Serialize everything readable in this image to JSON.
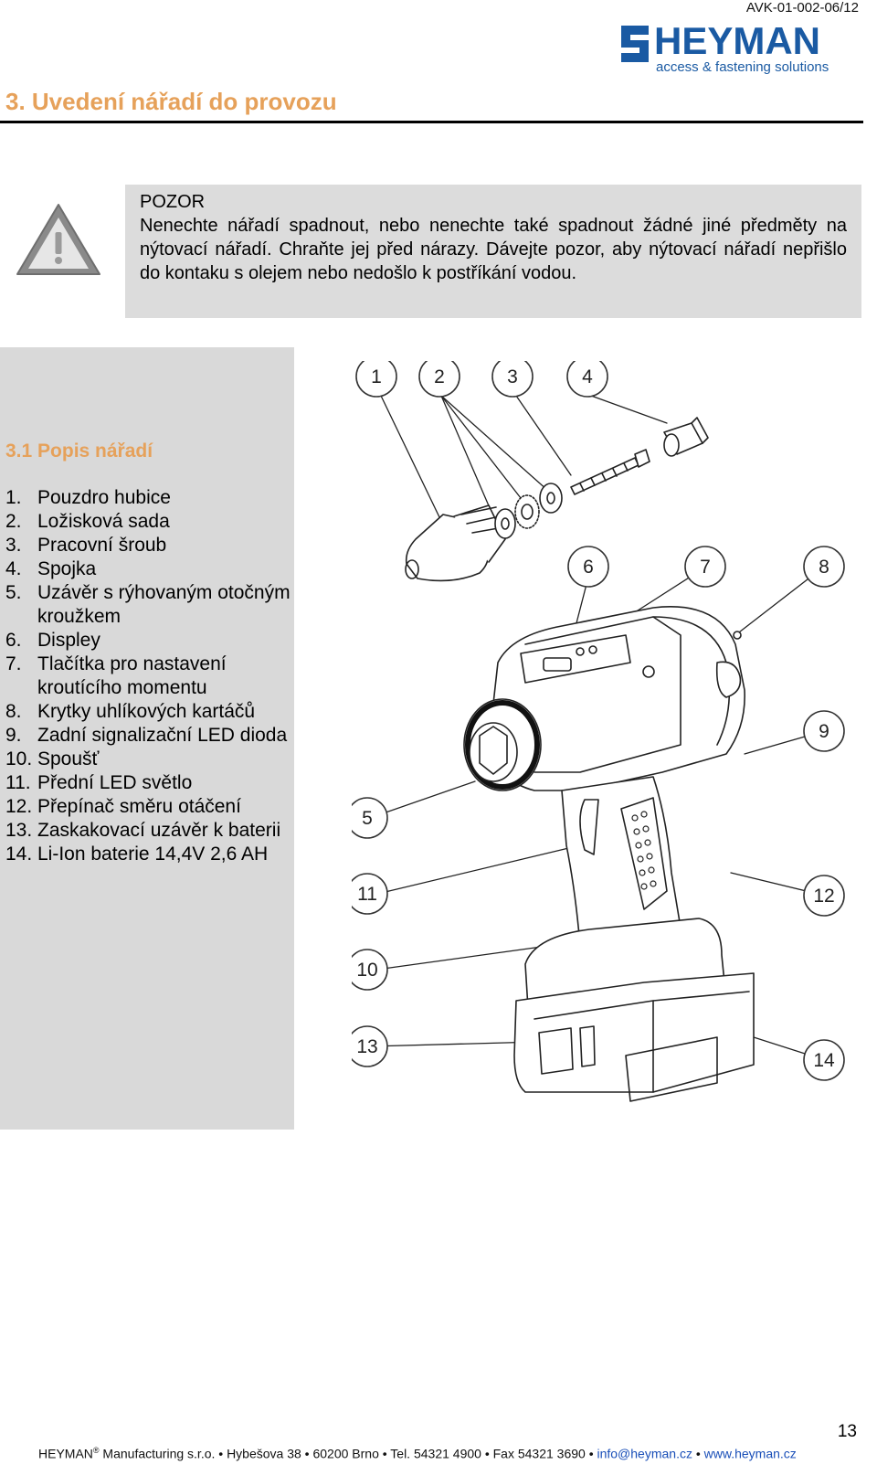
{
  "header": {
    "doc_code": "AVK-01-002-06/12",
    "logo_word": "HEYMAN",
    "logo_tagline": "access & fastening solutions",
    "brand_color": "#1a5aa3"
  },
  "section": {
    "title": "3.  Uvedení nářadí do provozu",
    "accent_color": "#e6a15a"
  },
  "warning": {
    "title": "POZOR",
    "text": "Nenechte nářadí spadnout, nebo nenechte také spadnout žádné jiné předměty na nýtovací nářadí. Chraňte jej před nárazy. Dávejte pozor, aby nýtovací nářadí nepřišlo do kontaku s olejem nebo nedošlo k postříkání vodou.",
    "icon": "warning-triangle-icon"
  },
  "description": {
    "title": "3.1 Popis nářadí",
    "items": [
      {
        "num": "1.",
        "label": "Pouzdro hubice"
      },
      {
        "num": "2.",
        "label": "Ložisková sada"
      },
      {
        "num": "3.",
        "label": "Pracovní šroub"
      },
      {
        "num": "4.",
        "label": "Spojka"
      },
      {
        "num": "5.",
        "label": "Uzávěr s rýhovaným otočným kroužkem"
      },
      {
        "num": "6.",
        "label": "Displey"
      },
      {
        "num": "7.",
        "label": "Tlačítka pro nastavení kroutícího momentu"
      },
      {
        "num": "8.",
        "label": "Krytky uhlíkových kartáčů"
      },
      {
        "num": "9.",
        "label": "Zadní signalizační LED dioda"
      },
      {
        "num": "10.",
        "label": "Spoušť"
      },
      {
        "num": "11.",
        "label": "Přední LED světlo"
      },
      {
        "num": "12.",
        "label": "Přepínač směru otáčení"
      },
      {
        "num": "13.",
        "label": "Zaskakovací uzávěr  k baterii"
      },
      {
        "num": "14.",
        "label": "Li-Ion baterie 14,4V 2,6 AH"
      }
    ]
  },
  "figure": {
    "callouts": [
      "1",
      "2",
      "3",
      "4",
      "6",
      "7",
      "8",
      "9",
      "5",
      "11",
      "12",
      "10",
      "13",
      "14"
    ]
  },
  "footer": {
    "company": "HEYMAN",
    "reg": "®",
    "text": " Manufacturing s.r.o. • Hybešova 38 • 60200 Brno • Tel. 54321 4900 • Fax 54321 3690 • ",
    "email": "info@heyman.cz",
    "sep": " • ",
    "web": "www.heyman.cz",
    "page_number": "13"
  }
}
